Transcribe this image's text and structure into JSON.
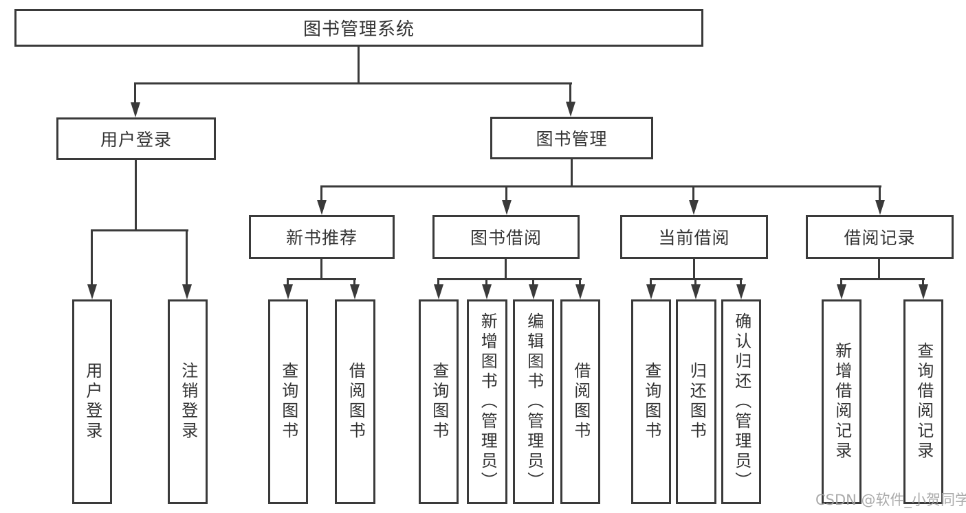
{
  "diagram": {
    "root": {
      "label": "图书管理系统"
    },
    "user_login": {
      "label": "用户登录",
      "leaves": [
        "用户登录",
        "注销登录"
      ]
    },
    "book_mgmt": {
      "label": "图书管理"
    },
    "new_book": {
      "label": "新书推荐",
      "leaves": [
        "查询图书",
        "借阅图书"
      ]
    },
    "book_borrow": {
      "label": "图书借阅",
      "leaves": [
        "查询图书",
        "新增图书（管理员）",
        "编辑图书（管理员）",
        "借阅图书"
      ]
    },
    "current_borrow": {
      "label": "当前借阅",
      "leaves": [
        "查询图书",
        "归还图书",
        "确认归还（管理员）"
      ]
    },
    "borrow_record": {
      "label": "借阅记录",
      "leaves": [
        "新增借阅记录",
        "查询借阅记录"
      ]
    },
    "colors": {
      "line": "#3a3a3a",
      "text": "#333333",
      "background": "#ffffff"
    }
  },
  "watermark": {
    "text": "CSDN @软件_小贺同学"
  }
}
